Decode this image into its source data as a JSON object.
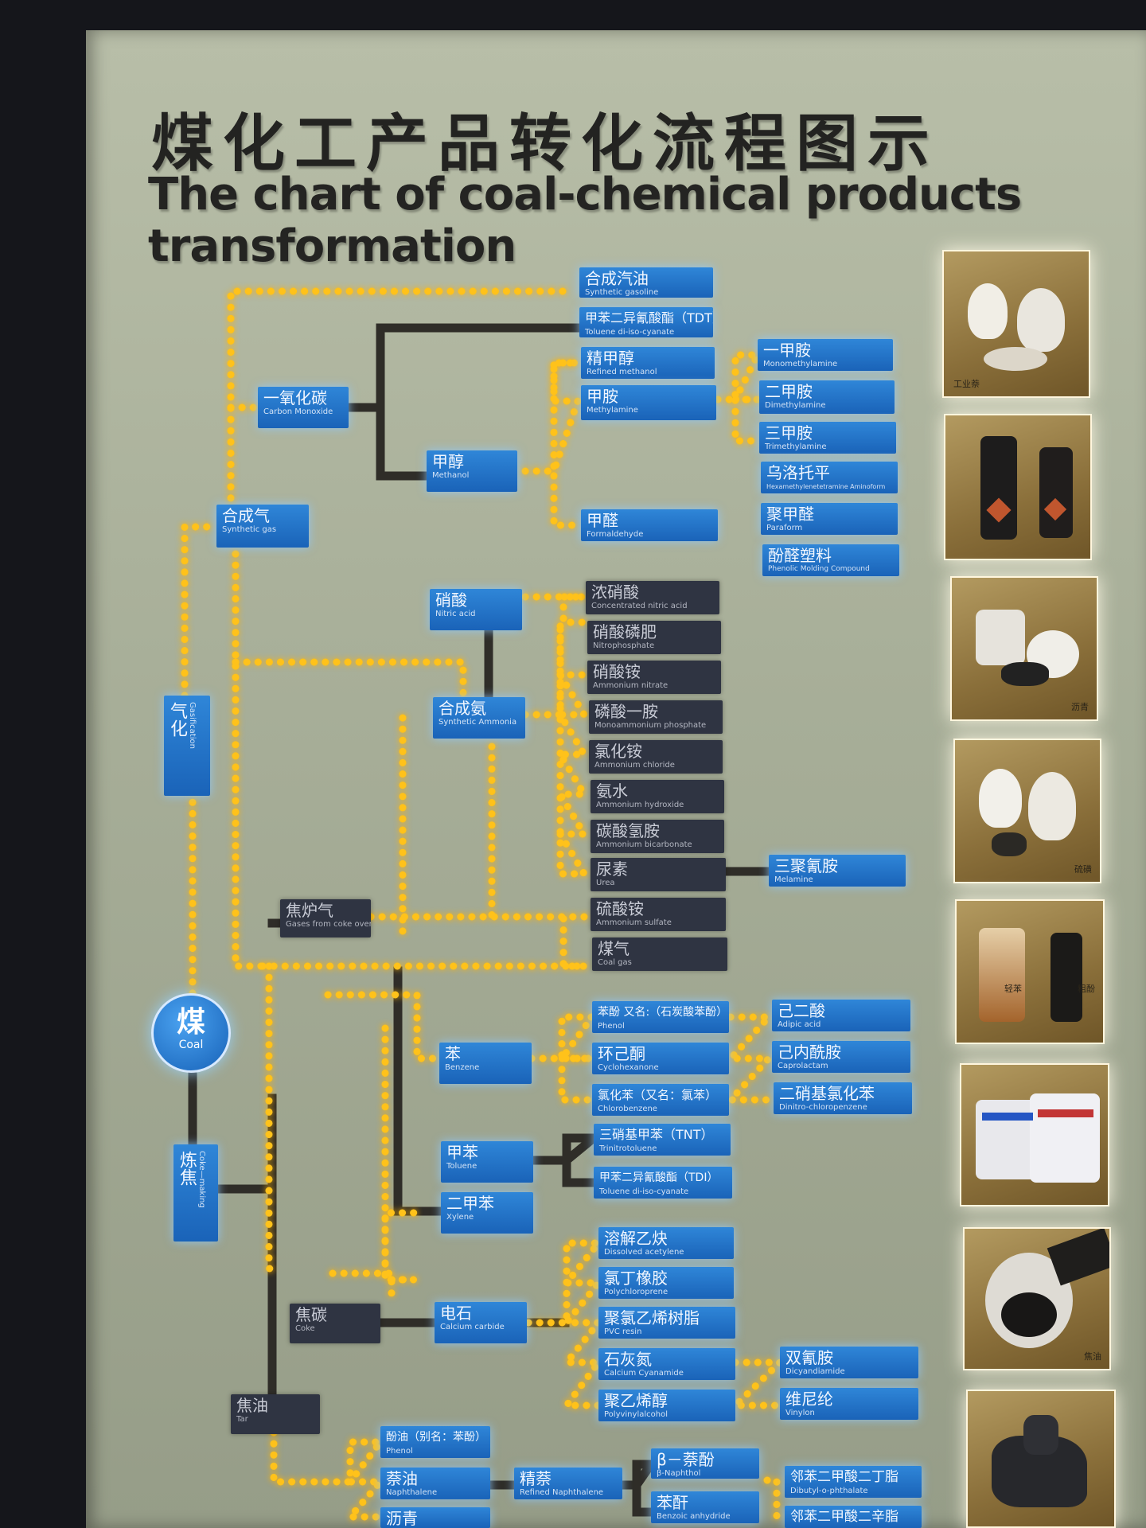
{
  "title": {
    "cn": "煤化工产品转化流程图示",
    "en": "The chart of coal-chemical products transformation"
  },
  "coal": {
    "cn": "煤",
    "en": "Coal"
  },
  "process": {
    "gasification": {
      "cn": "气化",
      "en": "Gasification"
    },
    "coking": {
      "cn": "炼焦",
      "en": "Coke—making"
    }
  },
  "nodes": {
    "syngas_oil": {
      "cn": "合成汽油",
      "en": "Synthetic gasoline"
    },
    "tdt": {
      "cn": "甲苯二异氰酸酯（TDT）",
      "en": "Toluene di-iso-cyanate"
    },
    "refined_methanol": {
      "cn": "精甲醇",
      "en": "Refined methanol"
    },
    "methylamine": {
      "cn": "甲胺",
      "en": "Methylamine"
    },
    "monomethylamine": {
      "cn": "一甲胺",
      "en": "Monomethylamine"
    },
    "dimethylamine": {
      "cn": "二甲胺",
      "en": "Dimethylamine"
    },
    "trimethylamine": {
      "cn": "三甲胺",
      "en": "Trimethylamine"
    },
    "urotropine": {
      "cn": "乌洛托平",
      "en": "Hexamethylenetetramine Aminoform"
    },
    "paraform": {
      "cn": "聚甲醛",
      "en": "Paraform"
    },
    "phenolic_molding": {
      "cn": "酚醛塑料",
      "en": "Phenolic Molding Compound"
    },
    "co": {
      "cn": "一氧化碳",
      "en": "Carbon Monoxide"
    },
    "methanol": {
      "cn": "甲醇",
      "en": "Methanol"
    },
    "formaldehyde": {
      "cn": "甲醛",
      "en": "Formaldehyde"
    },
    "syngas": {
      "cn": "合成气",
      "en": "Synthetic gas"
    },
    "nitric_acid": {
      "cn": "硝酸",
      "en": "Nitric acid"
    },
    "conc_nitric": {
      "cn": "浓硝酸",
      "en": "Concentrated nitric acid"
    },
    "nitrophosphate": {
      "cn": "硝酸磷肥",
      "en": "Nitrophosphate"
    },
    "ammonium_nitrate": {
      "cn": "硝酸铵",
      "en": "Ammonium nitrate"
    },
    "map": {
      "cn": "磷酸一胺",
      "en": "Monoammonium phosphate"
    },
    "ammonium_chloride": {
      "cn": "氯化铵",
      "en": "Ammonium chloride"
    },
    "ammonia_water": {
      "cn": "氨水",
      "en": "Ammonium hydroxide"
    },
    "ammonium_bicarb": {
      "cn": "碳酸氢胺",
      "en": "Ammonium bicarbonate"
    },
    "urea": {
      "cn": "尿素",
      "en": "Urea"
    },
    "melamine": {
      "cn": "三聚氰胺",
      "en": "Melamine"
    },
    "ammonium_sulfate": {
      "cn": "硫酸铵",
      "en": "Ammonium sulfate"
    },
    "coal_gas": {
      "cn": "煤气",
      "en": "Coal gas"
    },
    "syn_ammonia": {
      "cn": "合成氨",
      "en": "Synthetic Ammonia"
    },
    "coke_oven_gas": {
      "cn": "焦炉气",
      "en": "Gases from coke oven"
    },
    "phenol": {
      "cn": "苯酚 又名:（石炭酸苯酚）",
      "en": "Phenol"
    },
    "adipic": {
      "cn": "己二酸",
      "en": "Adipic acid"
    },
    "cyclohexanone": {
      "cn": "环己酮",
      "en": "Cyclohexanone"
    },
    "caprolactam": {
      "cn": "己内酰胺",
      "en": "Caprolactam"
    },
    "chlorobenzene": {
      "cn": "氯化苯（又名：氯苯）",
      "en": "Chlorobenzene"
    },
    "dncb": {
      "cn": "二硝基氯化苯",
      "en": "Dinitro-chloropenzene"
    },
    "benzene": {
      "cn": "苯",
      "en": "Benzene"
    },
    "tnt": {
      "cn": "三硝基甲苯（TNT）",
      "en": "Trinitrotoluene"
    },
    "tdi": {
      "cn": "甲苯二异氰酸酯（TDI）",
      "en": "Toluene di-iso-cyanate"
    },
    "toluene": {
      "cn": "甲苯",
      "en": "Toluene"
    },
    "xylene": {
      "cn": "二甲苯",
      "en": "Xylene"
    },
    "acetylene": {
      "cn": "溶解乙炔",
      "en": "Dissolved acetylene"
    },
    "chloroprene": {
      "cn": "氯丁橡胶",
      "en": "Polychloroprene"
    },
    "pvc": {
      "cn": "聚氯乙烯树脂",
      "en": "PVC resin"
    },
    "cyanamide": {
      "cn": "石灰氮",
      "en": "Calcium Cyanamide"
    },
    "dicyandiamide": {
      "cn": "双氰胺",
      "en": "Dicyandiamide"
    },
    "pva": {
      "cn": "聚乙烯醇",
      "en": "Polyvinylalcohol"
    },
    "vinylon": {
      "cn": "维尼纶",
      "en": "Vinylon"
    },
    "carbide": {
      "cn": "电石",
      "en": "Calcium carbide"
    },
    "coke": {
      "cn": "焦碳",
      "en": "Coke"
    },
    "tar": {
      "cn": "焦油",
      "en": "Tar"
    },
    "phenol_oil": {
      "cn": "酚油（别名：苯酚）",
      "en": "Phenol"
    },
    "naphthalene": {
      "cn": "萘油",
      "en": "Naphthalene"
    },
    "refined_naph": {
      "cn": "精萘",
      "en": "Refined Naphthalene"
    },
    "naphthol": {
      "cn": "β－萘酚",
      "en": "β-Naphthol"
    },
    "benzoic_anh": {
      "cn": "苯酐",
      "en": "Benzoic anhydride"
    },
    "dbp": {
      "cn": "邻苯二甲酸二丁脂",
      "en": "Dibutyl-o-phthalate"
    },
    "doP": {
      "cn": "邻苯二甲酸二辛脂",
      "en": ""
    },
    "pitch": {
      "cn": "沥青",
      "en": ""
    }
  },
  "photos": [
    {
      "caption": "工业萘"
    },
    {
      "caption": ""
    },
    {
      "caption": "沥青"
    },
    {
      "caption": "硫磺"
    },
    {
      "caption": "轻苯",
      "caption2": "粗酚"
    },
    {
      "caption": ""
    },
    {
      "caption": "焦油"
    },
    {
      "caption": ""
    }
  ],
  "colors": {
    "wire_lit": "#ffc21a",
    "wire_dark": "#34312a",
    "node_blue": "#1f6fc6",
    "node_dark": "#2f3442"
  }
}
